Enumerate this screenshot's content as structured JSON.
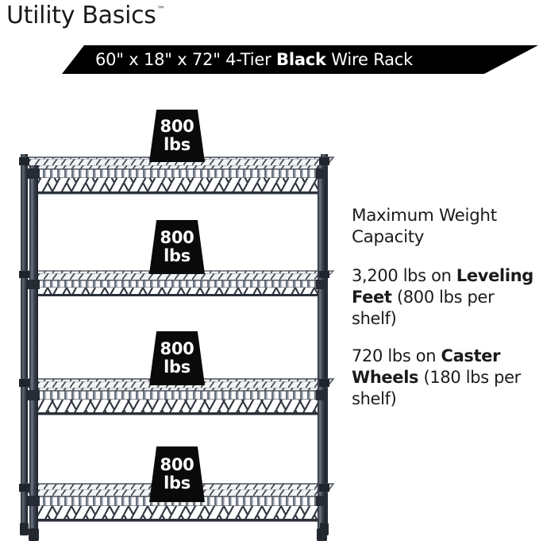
{
  "brand": {
    "name": "Utility Basics",
    "trademark": "™"
  },
  "banner": {
    "prefix": "60\" x 18\" x 72\" 4-Tier ",
    "emphasis": "Black",
    "suffix": " Wire Rack",
    "background_color": "#000000",
    "text_color": "#ffffff"
  },
  "product": {
    "type": "4-tier wire shelving rack",
    "color": "#3a3f4a",
    "shelf_count": 4,
    "badges": [
      {
        "number": "800",
        "unit": "lbs"
      },
      {
        "number": "800",
        "unit": "lbs"
      },
      {
        "number": "800",
        "unit": "lbs"
      },
      {
        "number": "800",
        "unit": "lbs"
      }
    ]
  },
  "copy": {
    "heading_line1": "Maximum Weight",
    "heading_line2": "Capacity",
    "leveling": {
      "lead": "3,200 lbs on ",
      "emphasis": "Leveling Feet",
      "tail": " (800 lbs per shelf)"
    },
    "caster": {
      "lead": "720 lbs on ",
      "emphasis": "Caster Wheels",
      "tail": " (180 lbs per shelf)"
    }
  }
}
